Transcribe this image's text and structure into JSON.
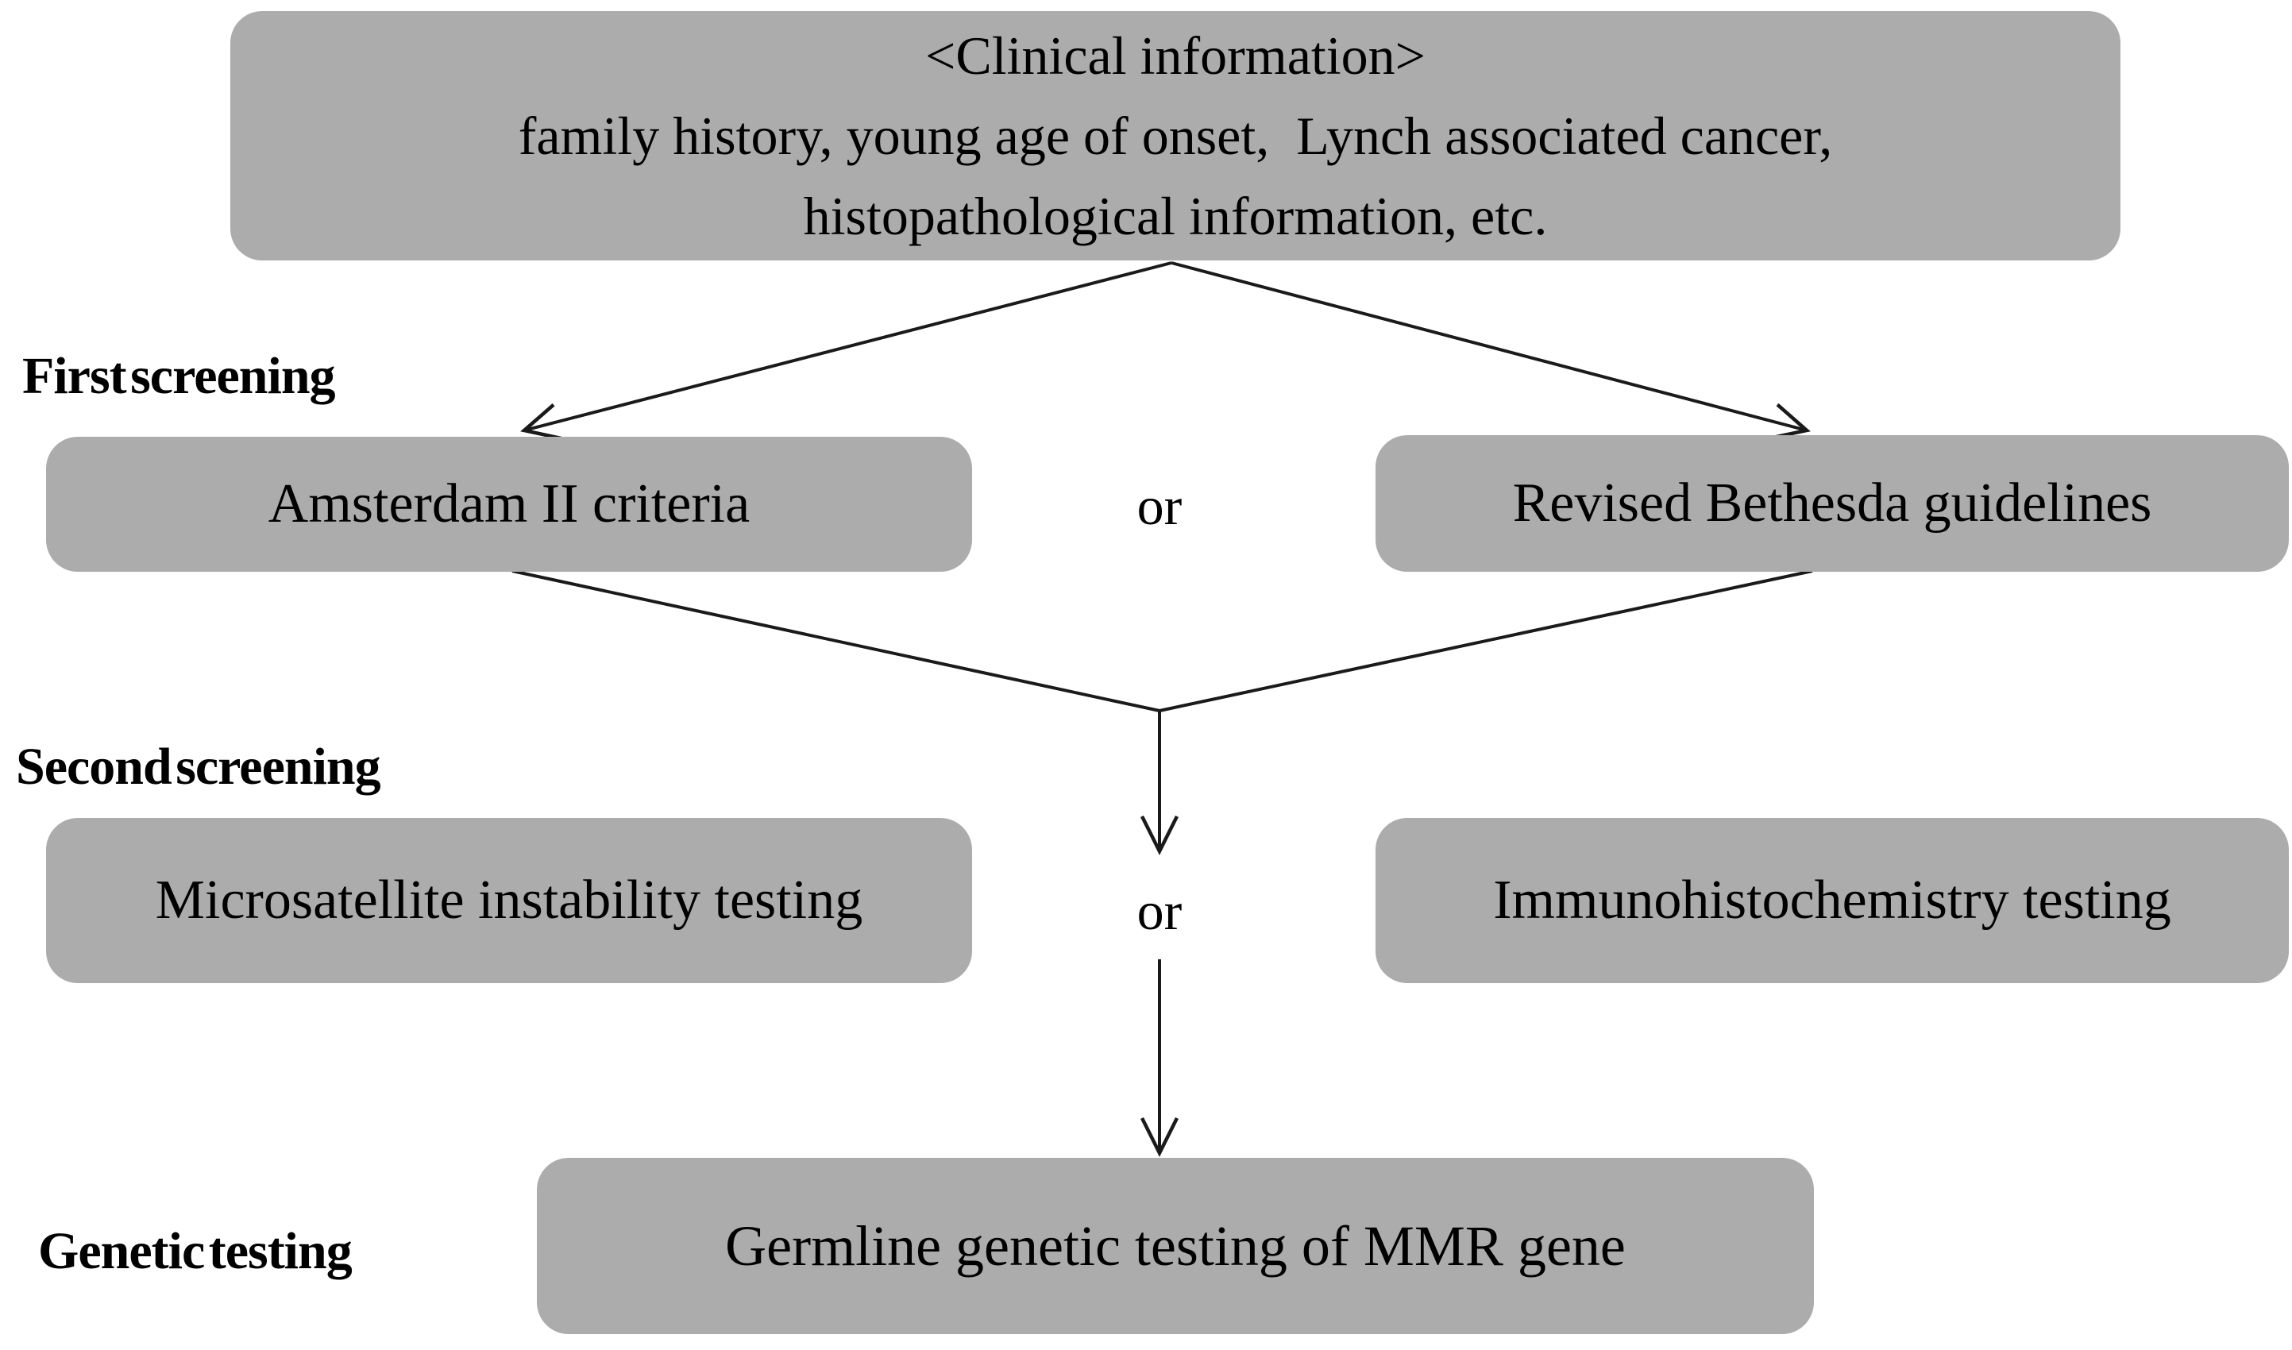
{
  "colors": {
    "background": "#ffffff",
    "box_fill": "#acacac",
    "text": "#000000",
    "line": "#1a1a1a"
  },
  "clinical_info_box": {
    "line1": "<Clinical information>",
    "line2": "family history, young age of onset,  Lynch associated cancer,",
    "line3": "histopathological information, etc."
  },
  "first_screening": {
    "label": "First screening",
    "left_box": "Amsterdam II criteria",
    "or": "or",
    "right_box": "Revised Bethesda guidelines"
  },
  "second_screening": {
    "label": "Second screening",
    "left_box": "Microsatellite instability testing",
    "or": "or",
    "right_box": "Immunohistochemistry testing"
  },
  "genetic_testing": {
    "label": "Genetic testing",
    "box": "Germline genetic testing of MMR gene"
  },
  "flow_edges": [
    {
      "from": "clinical-information",
      "to": "amsterdam-II-criteria"
    },
    {
      "from": "clinical-information",
      "to": "revised-bethesda-guidelines"
    },
    {
      "from": "amsterdam-II-criteria",
      "to": "second-screening-junction"
    },
    {
      "from": "revised-bethesda-guidelines",
      "to": "second-screening-junction"
    },
    {
      "from": "second-screening-junction",
      "to": "second-screening-tests"
    },
    {
      "from": "second-screening-tests",
      "to": "germline-genetic-testing-of-MMR-gene"
    }
  ]
}
